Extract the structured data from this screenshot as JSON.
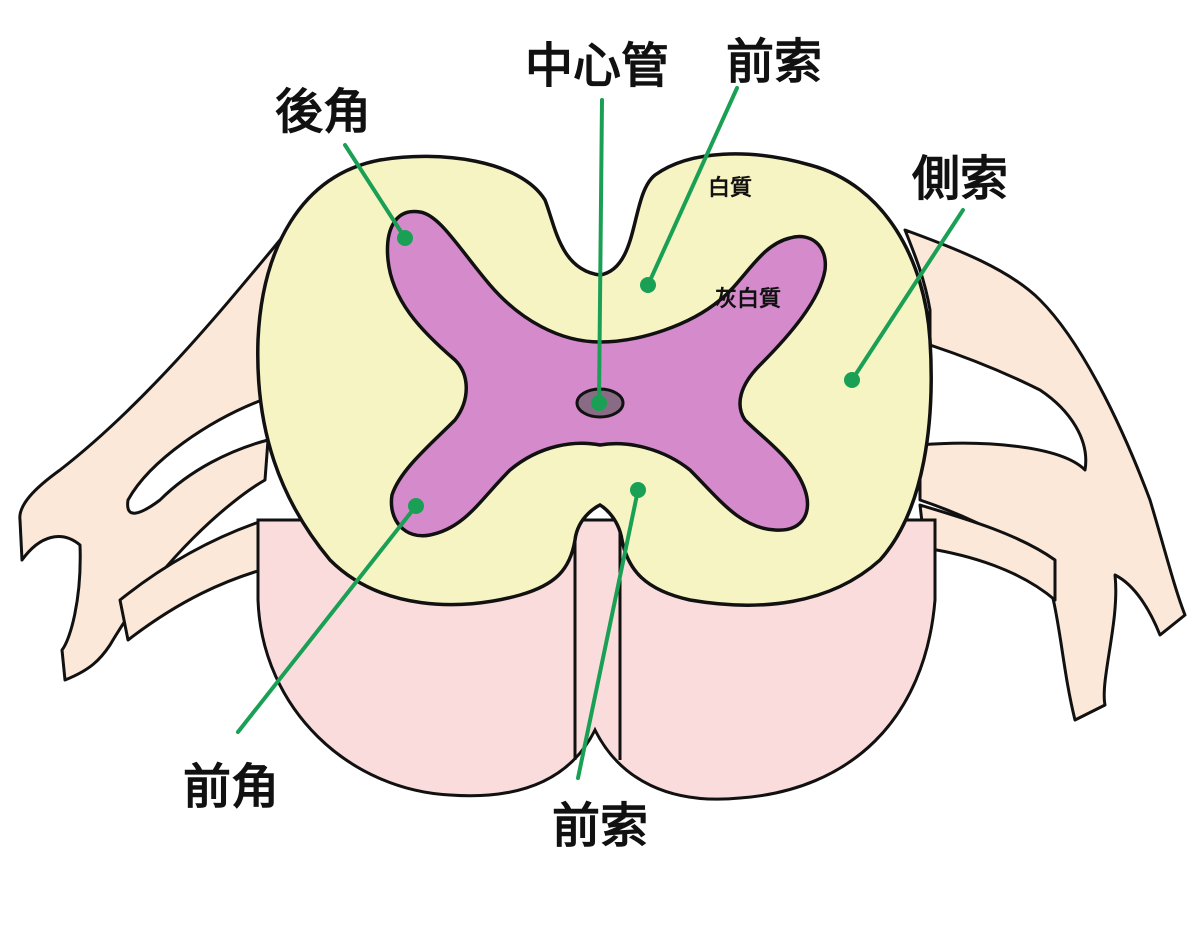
{
  "labels": {
    "posterior_horn": "後角",
    "central_canal": "中心管",
    "anterior_funiculus_top": "前索",
    "lateral_funiculus": "側索",
    "anterior_horn": "前角",
    "anterior_funiculus_bottom": "前索",
    "white_matter": "白質",
    "gray_matter": "灰白質"
  },
  "colors": {
    "white_matter": "#f7f4c4",
    "gray_matter": "#d58bcb",
    "lower_body": "#fadcdc",
    "nerve_roots": "#fbe8d9",
    "central_canal": "#8a6b86",
    "pointer": "#1aa054",
    "outline": "#111111"
  }
}
